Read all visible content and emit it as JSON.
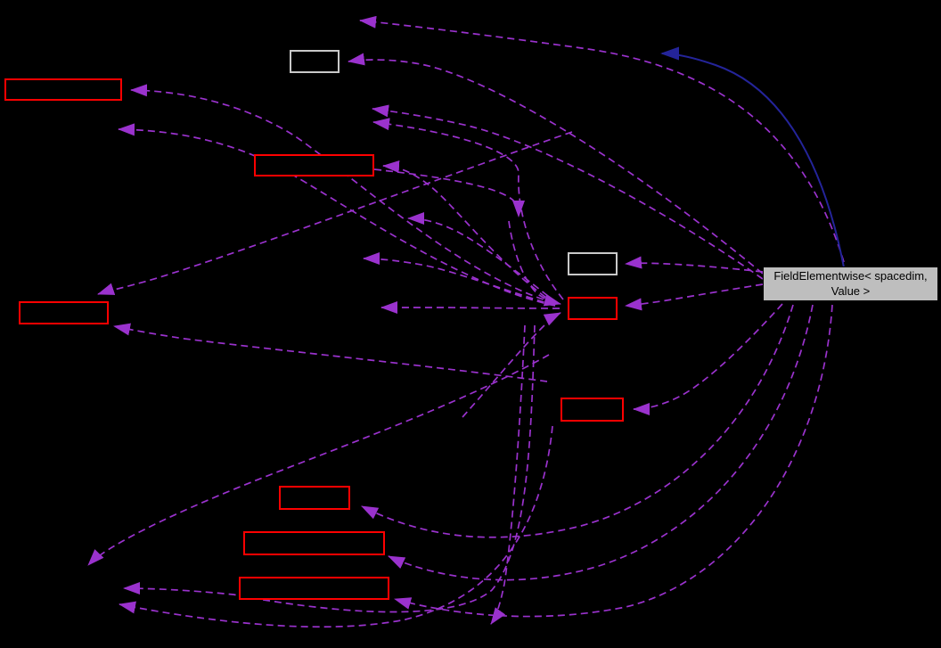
{
  "diagram": {
    "type": "collaboration-graph",
    "background_color": "#000000",
    "central_node": {
      "label": "FieldElementwise< spacedim, Value >",
      "fill_color": "#bebebe",
      "text_color": "#000000"
    },
    "nodes": [
      {
        "id": "plain-node-top",
        "kind": "plain",
        "label": ""
      },
      {
        "id": "red-node-upper-left",
        "kind": "truncated",
        "label": ""
      },
      {
        "id": "red-node-upper-mid",
        "kind": "truncated",
        "label": ""
      },
      {
        "id": "plain-node-center",
        "kind": "plain",
        "label": ""
      },
      {
        "id": "red-node-mid-left",
        "kind": "truncated",
        "label": ""
      },
      {
        "id": "red-node-center",
        "kind": "truncated",
        "label": ""
      },
      {
        "id": "red-node-right-lower",
        "kind": "truncated",
        "label": ""
      },
      {
        "id": "red-node-bottom-1",
        "kind": "truncated",
        "label": ""
      },
      {
        "id": "red-node-bottom-2",
        "kind": "truncated",
        "label": ""
      },
      {
        "id": "red-node-bottom-3",
        "kind": "truncated",
        "label": ""
      }
    ],
    "edge_styles": {
      "usage": {
        "color": "#9a32cd",
        "stroke": "dashed"
      },
      "inheritance": {
        "color": "#24249a",
        "stroke": "solid"
      }
    },
    "edge_counts": {
      "usage_dashed": 26,
      "inheritance_solid": 1
    }
  }
}
